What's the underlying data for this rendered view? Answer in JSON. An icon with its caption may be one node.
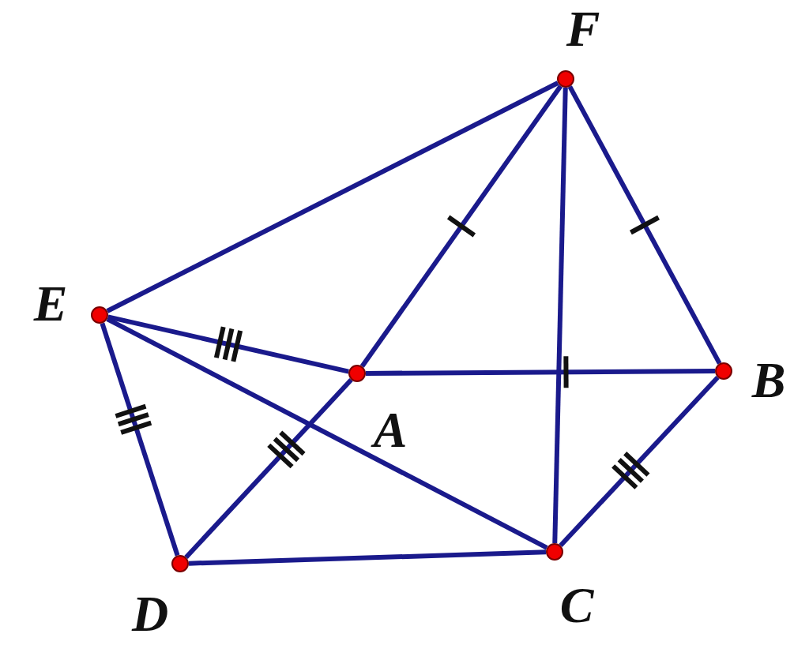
{
  "diagram": {
    "nodes": [
      {
        "text": [
          "F"
        ]
      },
      {
        "text": [
          "E"
        ]
      },
      {
        "text": [
          "A"
        ]
      },
      {
        "text": [
          "B"
        ]
      },
      {
        "text": [
          "D"
        ]
      },
      {
        "text": [
          "C"
        ]
      }
    ],
    "edges": [
      {
        "from": 0,
        "to": 1,
        "arrow": "none"
      },
      {
        "from": 0,
        "to": 2,
        "arrow": "none"
      },
      {
        "from": 0,
        "to": 5,
        "arrow": "none"
      },
      {
        "from": 0,
        "to": 3,
        "arrow": "none"
      },
      {
        "from": 1,
        "to": 2,
        "arrow": "none"
      },
      {
        "from": 1,
        "to": 4,
        "arrow": "none"
      },
      {
        "from": 1,
        "to": 5,
        "arrow": "none"
      },
      {
        "from": 2,
        "to": 3,
        "arrow": "none"
      },
      {
        "from": 2,
        "to": 4,
        "arrow": "none"
      },
      {
        "from": 3,
        "to": 5,
        "arrow": "none"
      },
      {
        "from": 4,
        "to": 5,
        "arrow": "none"
      }
    ]
  }
}
